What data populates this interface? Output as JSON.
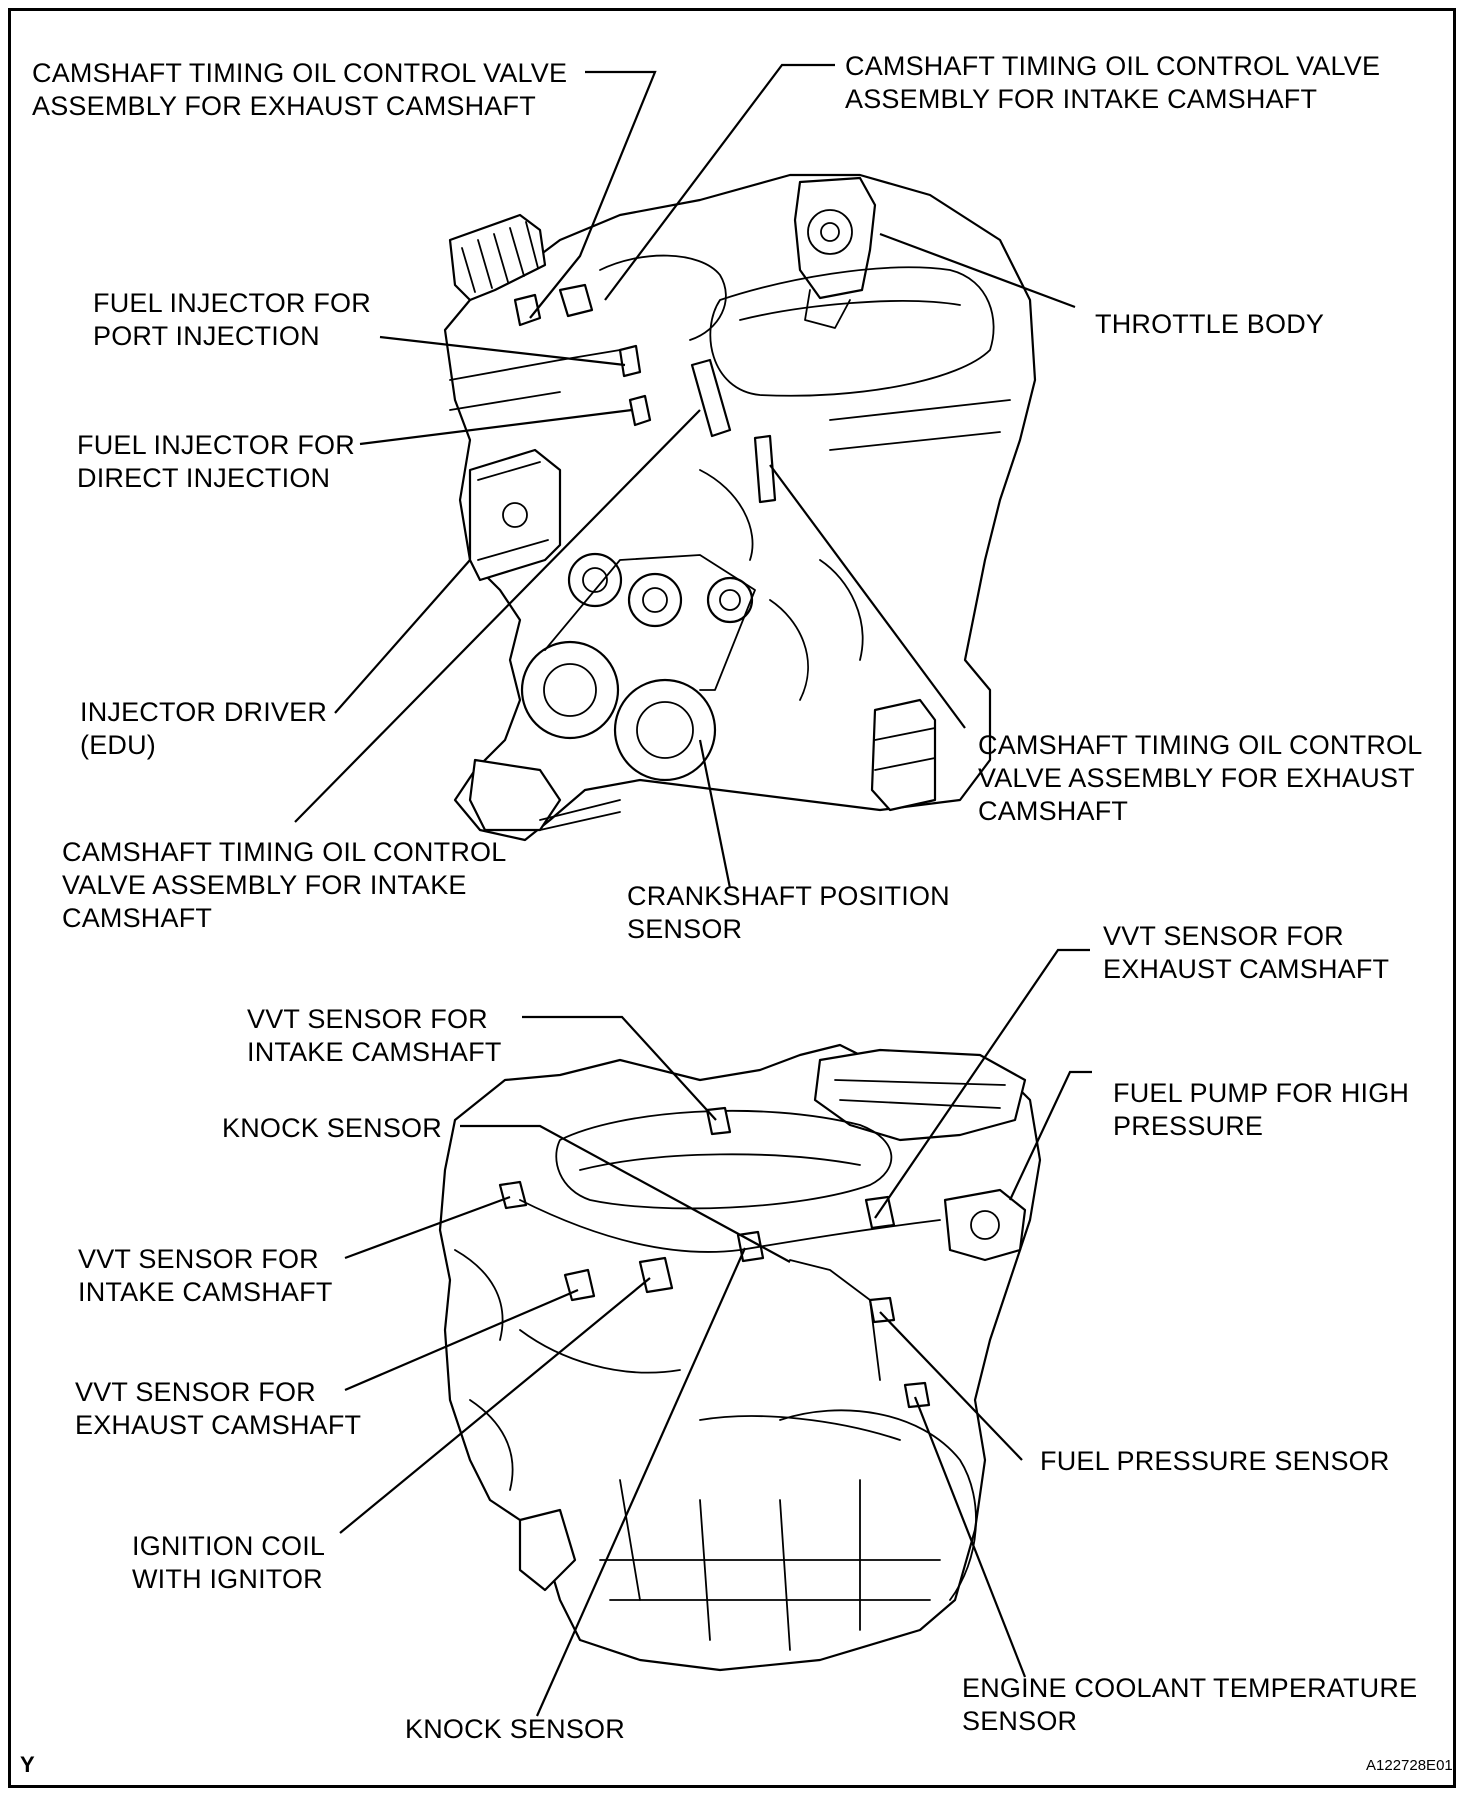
{
  "diagram": {
    "labels_upper": [
      {
        "id": "ocv-exhaust-top",
        "lines": [
          "CAMSHAFT TIMING OIL CONTROL VALVE",
          "ASSEMBLY FOR EXHAUST CAMSHAFT"
        ]
      },
      {
        "id": "ocv-intake-top",
        "lines": [
          "CAMSHAFT TIMING OIL CONTROL VALVE",
          "ASSEMBLY FOR INTAKE CAMSHAFT"
        ]
      },
      {
        "id": "fuel-injector-port",
        "lines": [
          "FUEL INJECTOR FOR",
          "PORT INJECTION"
        ]
      },
      {
        "id": "throttle-body",
        "lines": [
          "THROTTLE BODY"
        ]
      },
      {
        "id": "fuel-injector-direct",
        "lines": [
          "FUEL INJECTOR FOR",
          "DIRECT INJECTION"
        ]
      },
      {
        "id": "injector-driver",
        "lines": [
          "INJECTOR DRIVER",
          "(EDU)"
        ]
      },
      {
        "id": "ocv-exhaust-right",
        "lines": [
          "CAMSHAFT TIMING OIL CONTROL",
          "VALVE ASSEMBLY FOR EXHAUST",
          "CAMSHAFT"
        ]
      },
      {
        "id": "ocv-intake-left",
        "lines": [
          "CAMSHAFT TIMING OIL CONTROL",
          "VALVE ASSEMBLY FOR INTAKE",
          "CAMSHAFT"
        ]
      },
      {
        "id": "crankshaft-sensor",
        "lines": [
          "CRANKSHAFT POSITION",
          "SENSOR"
        ]
      }
    ],
    "labels_lower": [
      {
        "id": "vvt-exhaust-top",
        "lines": [
          "VVT SENSOR FOR",
          "EXHAUST CAMSHAFT"
        ]
      },
      {
        "id": "vvt-intake-top",
        "lines": [
          "VVT SENSOR FOR",
          "INTAKE CAMSHAFT"
        ]
      },
      {
        "id": "fuel-pump-hp",
        "lines": [
          "FUEL PUMP FOR HIGH",
          "PRESSURE"
        ]
      },
      {
        "id": "knock-sensor-top",
        "lines": [
          "KNOCK SENSOR"
        ]
      },
      {
        "id": "vvt-intake-left",
        "lines": [
          "VVT SENSOR FOR",
          "INTAKE CAMSHAFT"
        ]
      },
      {
        "id": "vvt-exhaust-left",
        "lines": [
          "VVT SENSOR FOR",
          "EXHAUST CAMSHAFT"
        ]
      },
      {
        "id": "fuel-pressure-sensor",
        "lines": [
          "FUEL PRESSURE SENSOR"
        ]
      },
      {
        "id": "ignition-coil",
        "lines": [
          "IGNITION COIL",
          "WITH IGNITOR"
        ]
      },
      {
        "id": "coolant-temp-sensor",
        "lines": [
          "ENGINE COOLANT TEMPERATURE",
          "SENSOR"
        ]
      },
      {
        "id": "knock-sensor-bottom",
        "lines": [
          "KNOCK SENSOR"
        ]
      }
    ],
    "corner_mark": "Y",
    "figure_code": "A122728E01"
  }
}
